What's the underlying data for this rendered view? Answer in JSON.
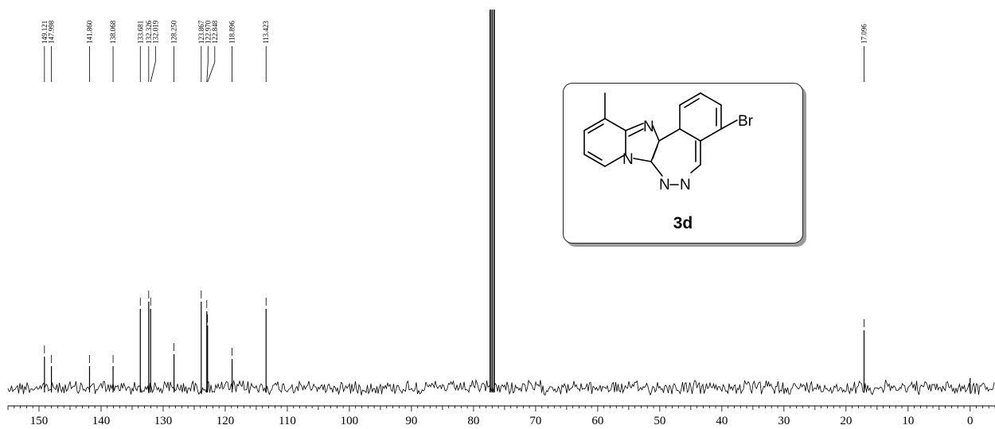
{
  "chart_data": {
    "type": "line",
    "title": "",
    "xlabel": "",
    "ylabel": "",
    "x_reversed": true,
    "xlim": [
      155,
      -4
    ],
    "x_ticks": [
      150,
      140,
      130,
      120,
      110,
      100,
      90,
      80,
      70,
      60,
      50,
      40,
      30,
      20,
      10,
      0
    ],
    "x_tick_labels": [
      "150",
      "140",
      "130",
      "120",
      "110",
      "100",
      "90",
      "80",
      "70",
      "60",
      "50",
      "40",
      "30",
      "20",
      "10",
      "0"
    ],
    "grid": false,
    "peaks": [
      {
        "x": 149.121,
        "label": "149.121",
        "height": 0.13
      },
      {
        "x": 147.998,
        "label": "147.998",
        "height": 0.09
      },
      {
        "x": 141.86,
        "label": "141.860",
        "height": 0.09
      },
      {
        "x": 138.068,
        "label": "138.068",
        "height": 0.09
      },
      {
        "x": 133.681,
        "label": "133.681",
        "height": 0.33
      },
      {
        "x": 132.326,
        "label": "132.326",
        "height": 0.36
      },
      {
        "x": 132.019,
        "label": "132.019",
        "height": 0.33
      },
      {
        "x": 128.25,
        "label": "128.250",
        "height": 0.14
      },
      {
        "x": 123.867,
        "label": "123.867",
        "height": 0.36
      },
      {
        "x": 122.97,
        "label": "122.970",
        "height": 0.32
      },
      {
        "x": 122.848,
        "label": "122.848",
        "height": 0.26
      },
      {
        "x": 118.896,
        "label": "118.896",
        "height": 0.12
      },
      {
        "x": 113.423,
        "label": "113.423",
        "height": 0.33
      },
      {
        "x": 17.096,
        "label": "17.096",
        "height": 0.24
      }
    ],
    "solvent_peaks": [
      {
        "x": 77.32,
        "height": 1.9
      },
      {
        "x": 77.0,
        "height": 1.9
      },
      {
        "x": 76.68,
        "height": 1.6
      }
    ],
    "reference_peak": {
      "x": 0.0,
      "height": 0.04
    }
  },
  "structure": {
    "atoms": {
      "n_imine": "N",
      "n_bridge": "N",
      "n_a": "N",
      "n_b": "N",
      "br": "Br"
    },
    "compound_label": "3d"
  }
}
